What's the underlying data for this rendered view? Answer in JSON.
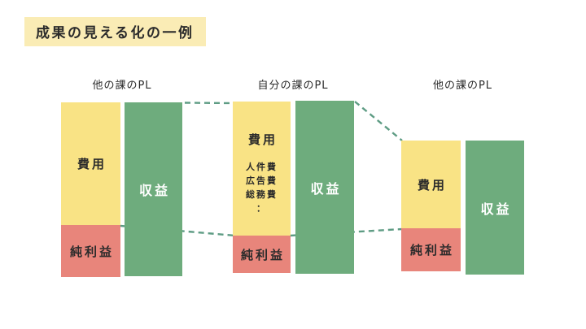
{
  "title": "成果の見える化の一例",
  "colors": {
    "yellow": "#F9E385",
    "salmon": "#E8857B",
    "green": "#6EAC7D",
    "title-bg": "#FAECB5",
    "dash": "#5E9C84",
    "ink": "#2B2B2B",
    "revenue-text": "#FFFFFF"
  },
  "groups": [
    {
      "label": "他の課のPL",
      "expense": "費用",
      "profit": "純利益",
      "revenue": "収益"
    },
    {
      "label": "自分の課のPL",
      "expense": "費用",
      "expense_items": [
        "人件費",
        "広告費",
        "総務費",
        "："
      ],
      "profit": "純利益",
      "revenue": "収益"
    },
    {
      "label": "他の課のPL",
      "expense": "費用",
      "profit": "純利益",
      "revenue": "収益"
    }
  ]
}
